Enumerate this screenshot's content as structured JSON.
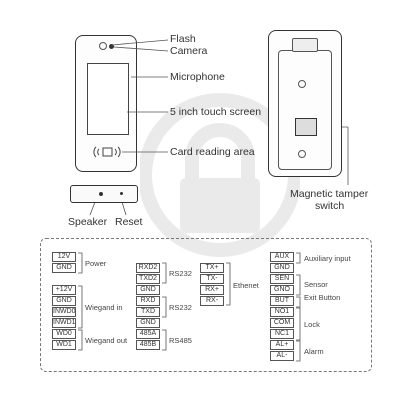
{
  "front_labels": {
    "flash": "Flash",
    "camera": "Camera",
    "microphone": "Microphone",
    "touch_screen": "5 inch touch screen",
    "card_area": "Card reading area"
  },
  "bottom_labels": {
    "speaker": "Speaker",
    "reset": "Reset"
  },
  "back_labels": {
    "tamper": "Magnetic tamper",
    "tamper2": "switch"
  },
  "left_pins": [
    {
      "pin": "12V",
      "group": "power"
    },
    {
      "pin": "GND",
      "group": "power"
    },
    {
      "pin": "+12V",
      "group": "wiegand_in"
    },
    {
      "pin": "GND",
      "group": "wiegand_in"
    },
    {
      "pin": "INWD0",
      "group": "wiegand_in"
    },
    {
      "pin": "INWD1",
      "group": "wiegand_in"
    },
    {
      "pin": "WD0",
      "group": "wiegand_out"
    },
    {
      "pin": "WD1",
      "group": "wiegand_out"
    }
  ],
  "left_groups": {
    "power": "Power",
    "wiegand_in": "Wiegand in",
    "wiegand_out": "Wiegand out"
  },
  "mid_pins": [
    "RXD2",
    "TXD2",
    "GND",
    "RXD",
    "TXD",
    "GND",
    "485A",
    "485B"
  ],
  "mid_groups": {
    "rs232_a": "RS232",
    "rs232_b": "RS232",
    "rs485": "RS485"
  },
  "eth_pins": [
    "TX+",
    "TX-",
    "RX+",
    "RX-"
  ],
  "eth_label": "Ethenet",
  "right_pins": [
    "AUX",
    "GND",
    "SEN",
    "GNO",
    "BUT",
    "NO1",
    "COM",
    "NC1",
    "AL+",
    "AL-"
  ],
  "right_groups": {
    "aux": "Auxiliary input",
    "sensor": "Sensor",
    "exit": "Exit Button",
    "lock": "Lock",
    "alarm": "Alarm"
  },
  "icons": {
    "watermark": "lock-watermark-icon",
    "card": "nfc-card-icon"
  }
}
